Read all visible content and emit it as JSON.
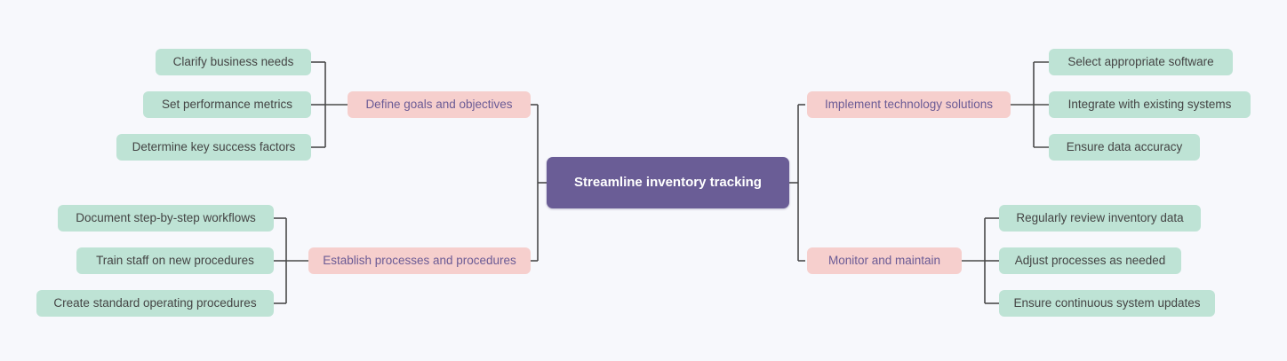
{
  "diagram": {
    "type": "mind-map",
    "background_color": "#f7f8fc",
    "connector_color": "#4a4a4a",
    "root": {
      "label": "Streamline inventory tracking",
      "fill": "#6a5d96",
      "text_color": "#ffffff"
    },
    "branch_style": {
      "fill": "#f6cfcd",
      "text_color": "#6b5b95"
    },
    "leaf_style": {
      "fill": "#bee3d5",
      "text_color": "#444444"
    },
    "branches": [
      {
        "label": "Define goals and objectives",
        "side": "left",
        "leaves": [
          {
            "label": "Clarify business needs"
          },
          {
            "label": "Set performance metrics"
          },
          {
            "label": "Determine key success factors"
          }
        ]
      },
      {
        "label": "Establish processes and procedures",
        "side": "left",
        "leaves": [
          {
            "label": "Document step-by-step workflows"
          },
          {
            "label": "Train staff on new procedures"
          },
          {
            "label": "Create standard operating procedures"
          }
        ]
      },
      {
        "label": "Implement technology solutions",
        "side": "right",
        "leaves": [
          {
            "label": "Select appropriate software"
          },
          {
            "label": "Integrate with existing systems"
          },
          {
            "label": "Ensure data accuracy"
          }
        ]
      },
      {
        "label": "Monitor and maintain",
        "side": "right",
        "leaves": [
          {
            "label": "Regularly review inventory data"
          },
          {
            "label": "Adjust processes as needed"
          },
          {
            "label": "Ensure continuous system updates"
          }
        ]
      }
    ]
  }
}
